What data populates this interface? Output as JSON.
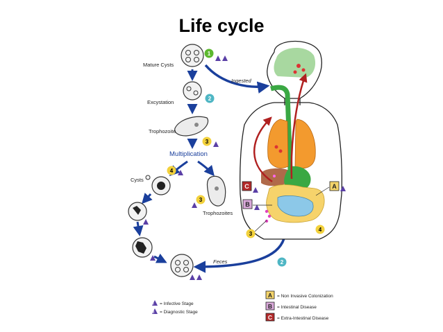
{
  "title": "Life cycle",
  "stages": {
    "mature_cysts": "Mature Cysts",
    "excystation": "Excystation",
    "trophozoite": "Trophozoite",
    "multiplication": "Multiplication",
    "cysts": "Cysts",
    "trophozoites": "Trophozoites"
  },
  "arrows": {
    "ingested": "Ingested",
    "feces": "Feces"
  },
  "numbers": {
    "n1": "1",
    "n2": "2",
    "n3": "3",
    "n4": "4"
  },
  "body_markers": {
    "a": "A",
    "b": "B",
    "c": "C"
  },
  "legend_left": {
    "infective_letter": "i",
    "infective": "= Infective Stage",
    "diagnostic_letter": "d",
    "diagnostic": "= Diagnostic Stage"
  },
  "legend_right": [
    {
      "letter": "A",
      "text": "= Non Invasive Colonization"
    },
    {
      "letter": "B",
      "text": "= Intestinal Disease"
    },
    {
      "letter": "C",
      "text": "= Extra-Intestinal Disease"
    }
  ],
  "colors": {
    "arrow_blue": "#1a3f9c",
    "badge_green": "#5cb82e",
    "badge_teal": "#4fb6c4",
    "badge_yellow": "#f2d13c",
    "marker_a": "#f3d36a",
    "marker_b": "#d8a8d8",
    "marker_c": "#b32a2a",
    "lung": "#f39a2e",
    "gut_green": "#3aa843",
    "intestine": "#f6d36b",
    "colon": "#8cc8e8",
    "brain": "#a8d8a0",
    "blood_red": "#b02020",
    "triangle": "#5a3fa6"
  }
}
